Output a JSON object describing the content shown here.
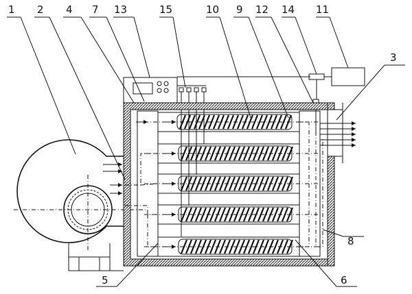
{
  "labels": {
    "l1": "1",
    "l2": "2",
    "l4": "4",
    "l7": "7",
    "l13": "13",
    "l15": "15",
    "l10": "10",
    "l9": "9",
    "l12": "12",
    "l14": "14",
    "l11": "11",
    "l3": "3",
    "l8": "8",
    "l5": "5",
    "l6": "6"
  },
  "colors": {
    "ink": "#111111",
    "hatch": "#111111",
    "background": "#ffffff"
  },
  "icons": {
    "fan": "centrifugal-fan-icon",
    "control": "control-panel-icon"
  }
}
